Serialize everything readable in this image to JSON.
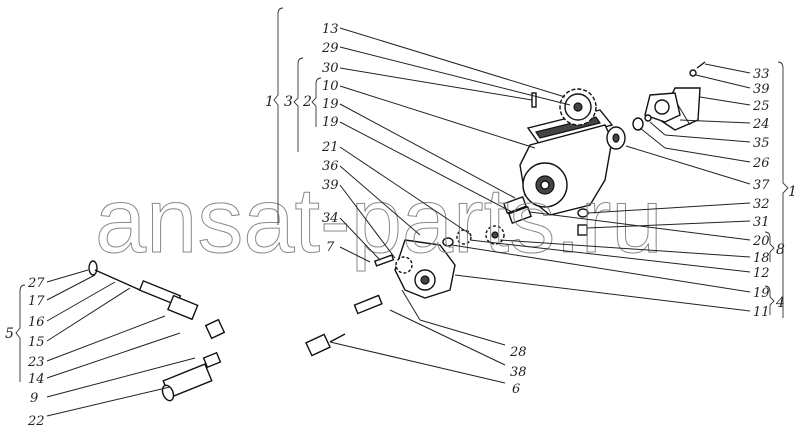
{
  "watermark": "ansat-parts.ru",
  "labels_top_left": [
    "13",
    "29",
    "30",
    "10",
    "19",
    "19",
    "21",
    "36",
    "39",
    "34",
    "7"
  ],
  "groups_top_left": [
    "1",
    "3",
    "2"
  ],
  "labels_right": [
    "33",
    "39",
    "25",
    "24",
    "35",
    "26",
    "37",
    "32",
    "31",
    "20",
    "18",
    "12",
    "19",
    "11"
  ],
  "groups_right": [
    "1",
    "8",
    "4"
  ],
  "labels_left": [
    "27",
    "17",
    "16",
    "15",
    "23",
    "14",
    "9",
    "22"
  ],
  "group_left": "5",
  "labels_bottom": [
    "28",
    "38",
    "6"
  ]
}
